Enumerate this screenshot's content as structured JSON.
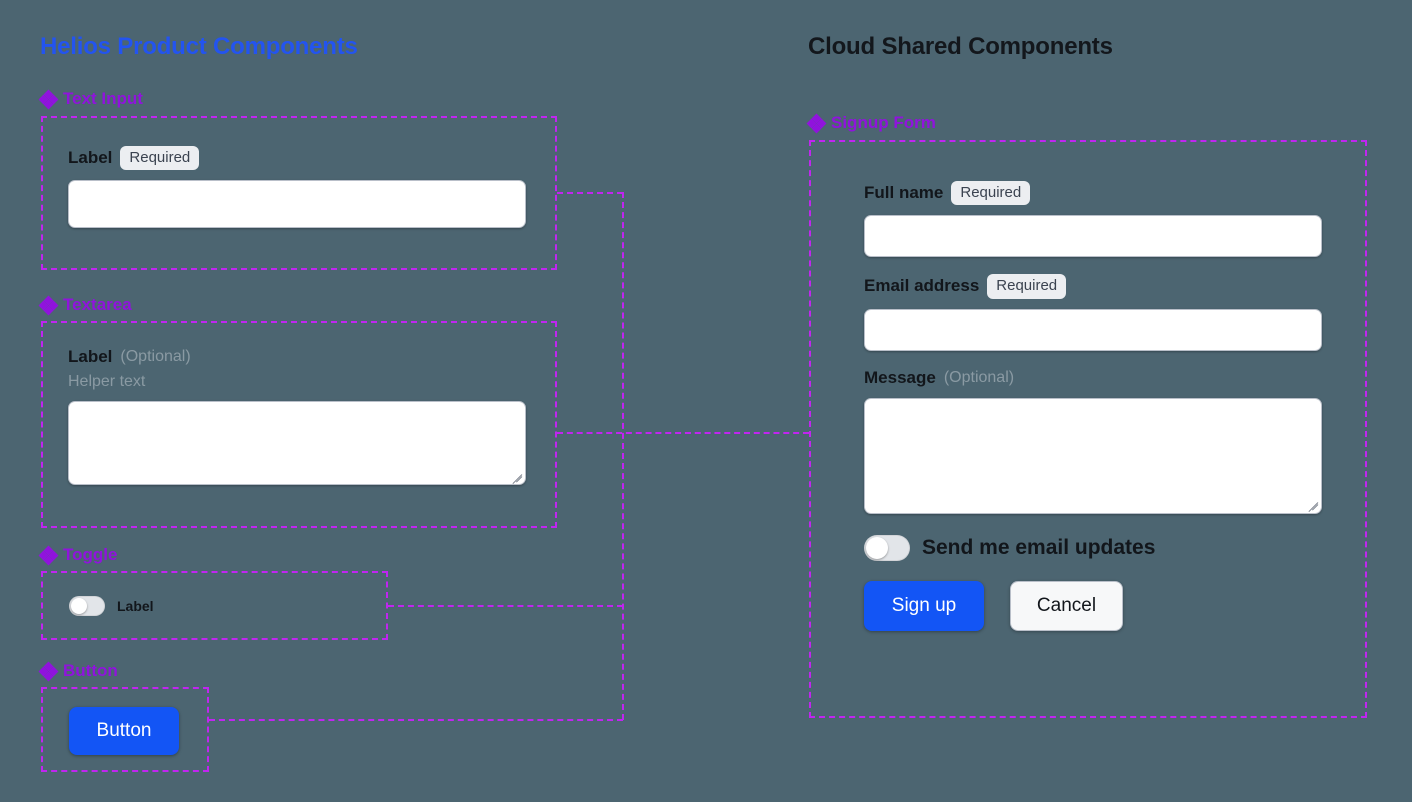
{
  "colors": {
    "background": "#4c6571",
    "frame_border": "#c025f0",
    "section_label": "#9013dd",
    "left_title": "#2354f0",
    "right_title": "#13171c",
    "primary_button": "#1355f5",
    "badge_background": "#eceef1",
    "muted_text": "#8a9aa3"
  },
  "left_panel": {
    "title": "Helios Product Components",
    "sections": [
      {
        "icon": "four-diamond-icon",
        "label": "Text Input",
        "field": {
          "label": "Label",
          "badge": "Required",
          "value": "",
          "placeholder": ""
        }
      },
      {
        "icon": "four-diamond-icon",
        "label": "Textarea",
        "field": {
          "label": "Label",
          "optional_note": "(Optional)",
          "helper_text": "Helper text",
          "value": "",
          "placeholder": ""
        }
      },
      {
        "icon": "four-diamond-icon",
        "label": "Toggle",
        "field": {
          "label": "Label",
          "state": "off"
        }
      },
      {
        "icon": "four-diamond-icon",
        "label": "Button",
        "field": {
          "label": "Button"
        }
      }
    ]
  },
  "right_panel": {
    "title": "Cloud Shared Components",
    "section": {
      "icon": "four-diamond-icon",
      "label": "Signup Form"
    },
    "form": {
      "full_name": {
        "label": "Full name",
        "badge": "Required",
        "value": "",
        "placeholder": ""
      },
      "email": {
        "label": "Email address",
        "badge": "Required",
        "value": "",
        "placeholder": ""
      },
      "message": {
        "label": "Message",
        "optional_note": "(Optional)",
        "value": "",
        "placeholder": ""
      },
      "newsletter_toggle": {
        "label": "Send me email updates",
        "state": "off"
      },
      "submit_button": "Sign up",
      "cancel_button": "Cancel"
    }
  }
}
